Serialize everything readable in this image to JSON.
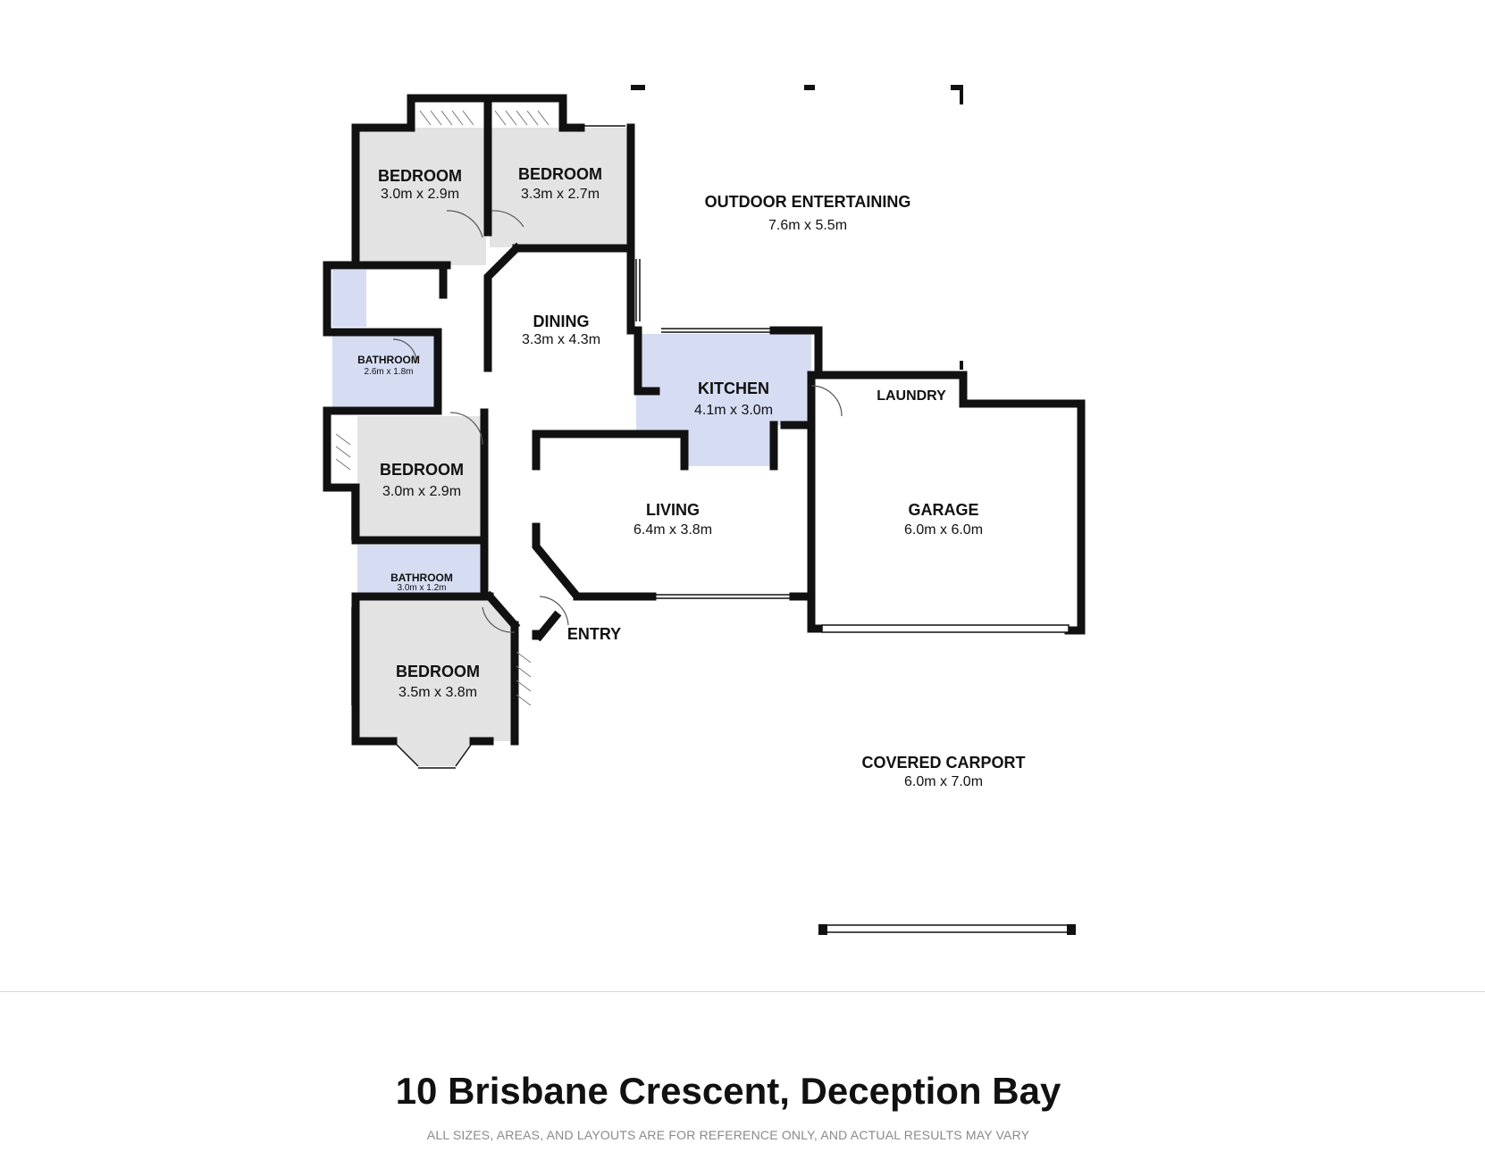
{
  "colors": {
    "wall": "#111111",
    "room_fill": "#e3e3e3",
    "wet_fill": "#d6ddf3",
    "kitchen_fill": "#d6ddf3"
  },
  "rooms": {
    "bedroom_nw": {
      "name": "BEDROOM",
      "dims": "3.0m x 2.9m"
    },
    "bedroom_n": {
      "name": "BEDROOM",
      "dims": "3.3m x 2.7m"
    },
    "outdoor": {
      "name": "OUTDOOR ENTERTAINING",
      "dims": "7.6m x 5.5m"
    },
    "dining": {
      "name": "DINING",
      "dims": "3.3m x 4.3m"
    },
    "bathroom_main": {
      "name": "BATHROOM",
      "dims": "2.6m x 1.8m"
    },
    "kitchen": {
      "name": "KITCHEN",
      "dims": "4.1m x 3.0m"
    },
    "laundry": {
      "name": "LAUNDRY"
    },
    "bedroom_w": {
      "name": "BEDROOM",
      "dims": "3.0m x 2.9m"
    },
    "living": {
      "name": "LIVING",
      "dims": "6.4m x 3.8m"
    },
    "garage": {
      "name": "GARAGE",
      "dims": "6.0m x 6.0m"
    },
    "bathroom_ens": {
      "name": "BATHROOM",
      "dims": "3.0m x 1.2m"
    },
    "entry": {
      "name": "ENTRY"
    },
    "bedroom_sw": {
      "name": "BEDROOM",
      "dims": "3.5m x 3.8m"
    },
    "carport": {
      "name": "COVERED CARPORT",
      "dims": "6.0m x 7.0m"
    }
  },
  "footer": {
    "address": "10 Brisbane Crescent, Deception Bay",
    "disclaimer": "ALL SIZES, AREAS, AND LAYOUTS ARE FOR REFERENCE ONLY, AND ACTUAL RESULTS MAY VARY"
  }
}
